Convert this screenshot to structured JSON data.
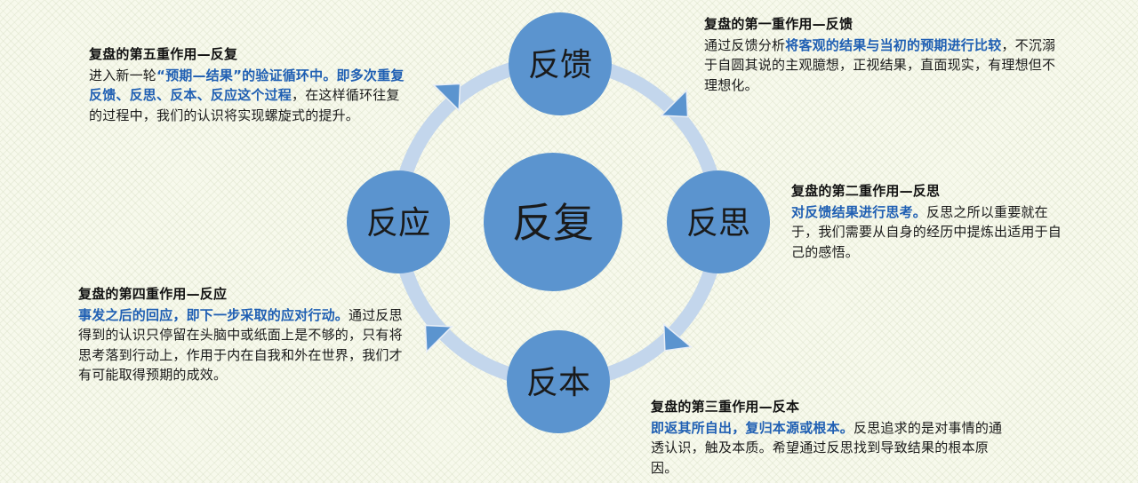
{
  "colors": {
    "background": "#f7f9ec",
    "node_fill": "#5b94cf",
    "ring": "#c3d6ec",
    "arrow": "#5b94cf",
    "highlight": "#1f5fb3"
  },
  "center": {
    "label": "反复"
  },
  "nodes": [
    {
      "id": "top",
      "label": "反馈"
    },
    {
      "id": "right",
      "label": "反思"
    },
    {
      "id": "bottom",
      "label": "反本"
    },
    {
      "id": "left",
      "label": "反应"
    }
  ],
  "notes": {
    "first": {
      "title": "复盘的第一重作用—反馈",
      "p1": "通过反馈分析",
      "h1": "将客观的结果与当初的预期进行比较",
      "p2": "，不沉溺于自圆其说的主观臆想，正视结果，直面现实，有理想但不理想化。"
    },
    "second": {
      "title": "复盘的第二重作用—反思",
      "h1": "对反馈结果进行思考。",
      "p1": "反思之所以重要就在于，我们需要从自身的经历中提炼出适用于自己的感悟。"
    },
    "third": {
      "title": "复盘的第三重作用—反本",
      "h1": "即返其所自出，复归本源或根本。",
      "p1": "反思追求的是对事情的通透认识，触及本质。希望通过反思找到导致结果的根本原因。"
    },
    "fourth": {
      "title": "复盘的第四重作用—反应",
      "h1": "事发之后的回应，即下一步采取的应对行动。",
      "p1": "通过反思得到的认识只停留在头脑中或纸面上是不够的，只有将思考落到行动上，作用于内在自我和外在世界，我们才有可能取得预期的成效。"
    },
    "fifth": {
      "title": "复盘的第五重作用—反复",
      "p1": "进入新一轮",
      "h1": "“预期—结果”的验证循环中。即多次重复反馈、反思、反本、反应这个过程",
      "p2": "，在这样循环往复的过程中，我们的认识将实现螺旋式的提升。"
    }
  }
}
